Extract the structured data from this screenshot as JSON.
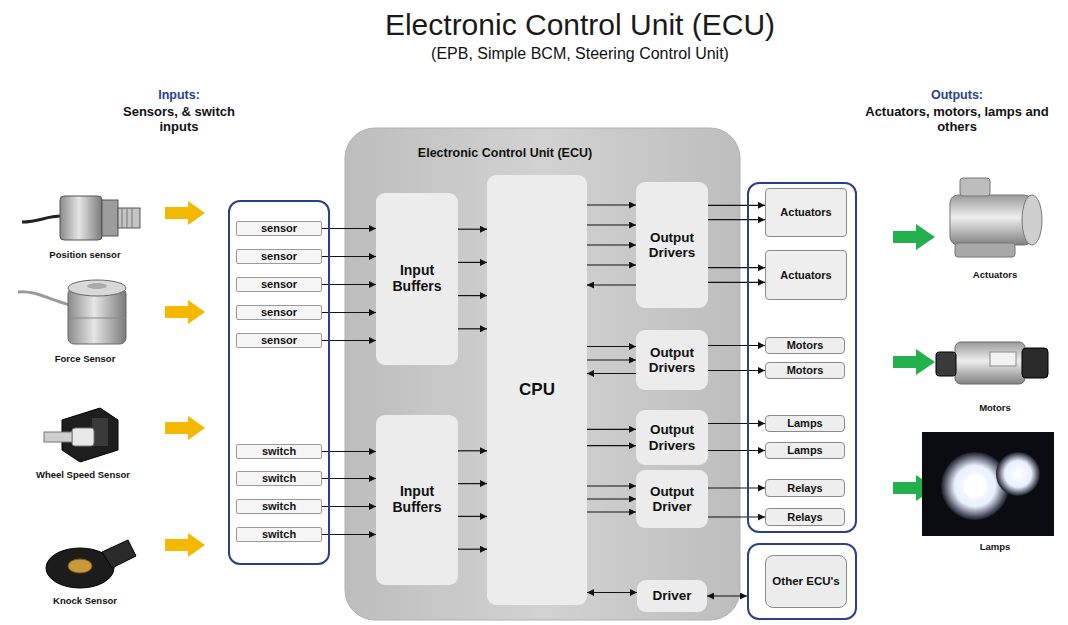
{
  "diagram": {
    "title": "Electronic Control Unit (ECU)",
    "nodes": [
      {
        "text": [
          "Inputs:",
          "Sensors, & switch inputs"
        ]
      },
      {
        "text": [
          "sensor"
        ],
        "in": 0
      },
      {
        "text": [
          "sensor"
        ],
        "in": 0
      },
      {
        "text": [
          "sensor"
        ],
        "in": 0
      },
      {
        "text": [
          "sensor"
        ],
        "in": 0
      },
      {
        "text": [
          "sensor"
        ],
        "in": 0
      },
      {
        "text": [
          "switch"
        ],
        "in": 0
      },
      {
        "text": [
          "switch"
        ],
        "in": 0
      },
      {
        "text": [
          "switch"
        ],
        "in": 0
      },
      {
        "text": [
          "switch"
        ],
        "in": 0
      },
      {
        "text": [
          "Electronic Control Unit (ECU)"
        ]
      },
      {
        "text": [
          "Input Buffers"
        ],
        "in": 10
      },
      {
        "text": [
          "Input Buffers"
        ],
        "in": 10
      },
      {
        "text": [
          "CPU"
        ],
        "in": 10
      },
      {
        "text": [
          "Output Drivers"
        ],
        "in": 10
      },
      {
        "text": [
          "Output Drivers"
        ],
        "in": 10
      },
      {
        "text": [
          "Output Drivers"
        ],
        "in": 10
      },
      {
        "text": [
          "Output Driver"
        ],
        "in": 10
      },
      {
        "text": [
          "Driver"
        ],
        "in": 10
      },
      {
        "text": [
          "Outputs:",
          "Actuators, motors, lamps and others"
        ]
      },
      {
        "text": [
          "Actuators"
        ],
        "in": 19
      },
      {
        "text": [
          "Actuators"
        ],
        "in": 19
      },
      {
        "text": [
          "Motors"
        ],
        "in": 19
      },
      {
        "text": [
          "Motors"
        ],
        "in": 19
      },
      {
        "text": [
          "Lamps"
        ],
        "in": 19
      },
      {
        "text": [
          "Lamps"
        ],
        "in": 19
      },
      {
        "text": [
          "Relays"
        ],
        "in": 19
      },
      {
        "text": [
          "Relays"
        ],
        "in": 19
      },
      {
        "text": [
          "Other ECU's"
        ]
      }
    ],
    "edges": [
      {
        "from": 1,
        "to": 11,
        "arrow": "to"
      },
      {
        "from": 2,
        "to": 11,
        "arrow": "to"
      },
      {
        "from": 3,
        "to": 11,
        "arrow": "to"
      },
      {
        "from": 4,
        "to": 11,
        "arrow": "to"
      },
      {
        "from": 5,
        "to": 11,
        "arrow": "to"
      },
      {
        "from": 6,
        "to": 12,
        "arrow": "to"
      },
      {
        "from": 7,
        "to": 12,
        "arrow": "to"
      },
      {
        "from": 8,
        "to": 12,
        "arrow": "to"
      },
      {
        "from": 9,
        "to": 12,
        "arrow": "to"
      },
      {
        "from": 11,
        "to": 13,
        "arrow": "to"
      },
      {
        "from": 11,
        "to": 13,
        "arrow": "to"
      },
      {
        "from": 11,
        "to": 13,
        "arrow": "to"
      },
      {
        "from": 11,
        "to": 13,
        "arrow": "to"
      },
      {
        "from": 12,
        "to": 13,
        "arrow": "to"
      },
      {
        "from": 12,
        "to": 13,
        "arrow": "to"
      },
      {
        "from": 12,
        "to": 13,
        "arrow": "to"
      },
      {
        "from": 12,
        "to": 13,
        "arrow": "to"
      },
      {
        "from": 13,
        "to": 14,
        "arrow": "to"
      },
      {
        "from": 13,
        "to": 14,
        "arrow": "to"
      },
      {
        "from": 13,
        "to": 14,
        "arrow": "to"
      },
      {
        "from": 13,
        "to": 14,
        "arrow": "to"
      },
      {
        "from": 14,
        "to": 13,
        "arrow": "to"
      },
      {
        "from": 14,
        "to": 20,
        "arrow": "to"
      },
      {
        "from": 14,
        "to": 20,
        "arrow": "to"
      },
      {
        "from": 14,
        "to": 21,
        "arrow": "to"
      },
      {
        "from": 14,
        "to": 21,
        "arrow": "to"
      },
      {
        "from": 13,
        "to": 15,
        "arrow": "to"
      },
      {
        "from": 13,
        "to": 15,
        "arrow": "to"
      },
      {
        "from": 15,
        "to": 13,
        "arrow": "to"
      },
      {
        "from": 15,
        "to": 22,
        "arrow": "to"
      },
      {
        "from": 15,
        "to": 23,
        "arrow": "to"
      },
      {
        "from": 13,
        "to": 16,
        "arrow": "to"
      },
      {
        "from": 13,
        "to": 16,
        "arrow": "to"
      },
      {
        "from": 16,
        "to": 24,
        "arrow": "to"
      },
      {
        "from": 16,
        "to": 25,
        "arrow": "to"
      },
      {
        "from": 13,
        "to": 17,
        "arrow": "to"
      },
      {
        "from": 13,
        "to": 17,
        "arrow": "to"
      },
      {
        "from": 13,
        "to": 17,
        "arrow": "to"
      },
      {
        "from": 17,
        "to": 26,
        "arrow": "to"
      },
      {
        "from": 17,
        "to": 27,
        "arrow": "to"
      },
      {
        "from": 13,
        "to": 18,
        "arrow": "both"
      },
      {
        "from": 18,
        "to": 28,
        "arrow": "both"
      }
    ],
    "labels": [
      "(EPB, Simple BCM, Steering Control Unit)",
      "Position sensor",
      "Force Sensor",
      "Wheel Speed Sensor",
      "Knock Sensor",
      "Actuators",
      "Motors",
      "Lamps"
    ]
  }
}
